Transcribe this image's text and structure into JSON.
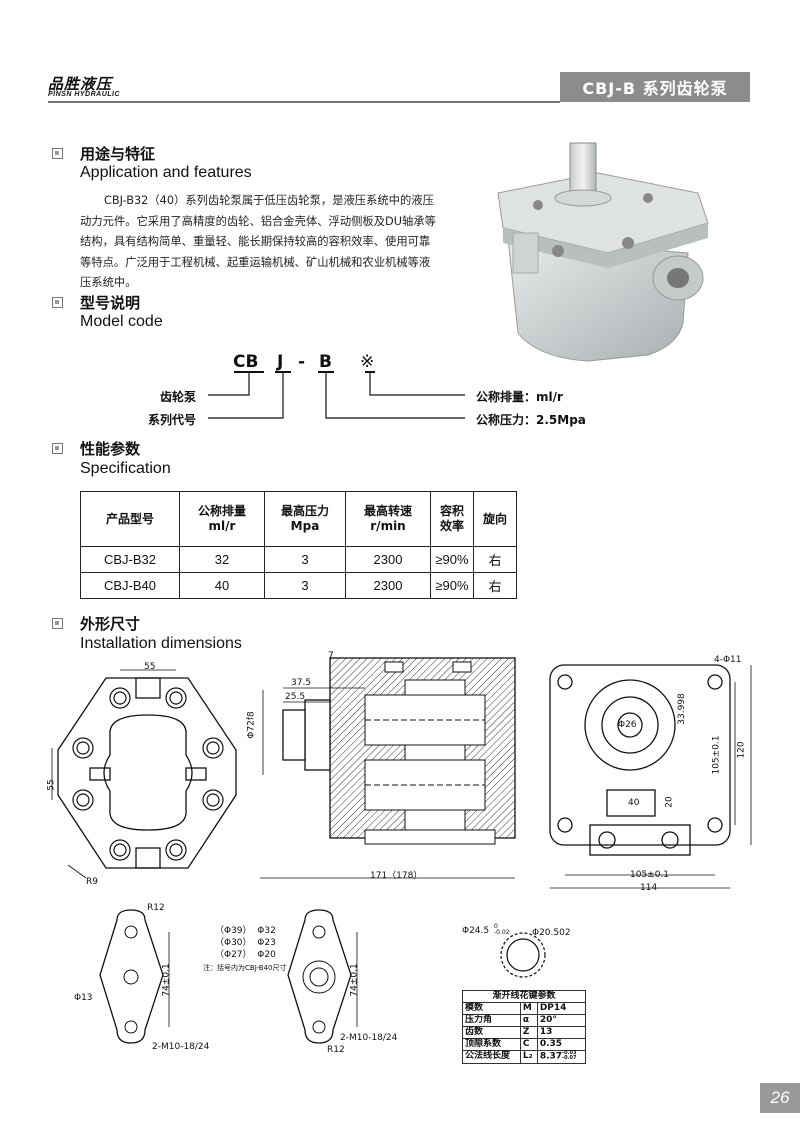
{
  "header": {
    "brand": "品胜液压",
    "brand_sub": "PINSN HYDRAULIC",
    "series_title": "CBJ-B 系列齿轮泵"
  },
  "sections": {
    "usage": {
      "zh": "用途与特征",
      "en": "Application and features"
    },
    "model": {
      "zh": "型号说明",
      "en": "Model code"
    },
    "spec": {
      "zh": "性能参数",
      "en": "Specification"
    },
    "install": {
      "zh": "外形尺寸",
      "en": "Installation dimensions"
    }
  },
  "description": "CBJ-B32（40）系列齿轮泵属于低压齿轮泵，是液压系统中的液压动力元件。它采用了高精度的齿轮、铝合金壳体、浮动侧板及DU轴承等结构，具有结构简单、重量轻、能长期保持较高的容积效率、使用可靠等特点。广泛用于工程机械、起重运输机械、矿山机械和农业机械等液压系统中。",
  "model_code": {
    "parts": [
      "CB",
      "J",
      "-",
      "B",
      "※"
    ],
    "left_labels": [
      "齿轮泵",
      "系列代号"
    ],
    "right_labels": [
      "公称排量：ml/r",
      "公称压力：2.5Mpa"
    ]
  },
  "spec_table": {
    "headers": [
      "产品型号",
      "公称排量\nml/r",
      "最高压力\nMpa",
      "最高转速\nr/min",
      "容积\n效率",
      "旋向"
    ],
    "rows": [
      [
        "CBJ-B32",
        "32",
        "3",
        "2300",
        "≥90%",
        "右"
      ],
      [
        "CBJ-B40",
        "40",
        "3",
        "2300",
        "≥90%",
        "右"
      ]
    ]
  },
  "dimensions": {
    "front": {
      "w": "55",
      "h": "55",
      "r": "R9"
    },
    "side": {
      "d1": "7",
      "d2": "37.5",
      "d3": "25.5",
      "shaft": "Φ72f8",
      "len": "171（178）"
    },
    "rear": {
      "holes": "4-Φ11",
      "center": "Φ26",
      "off": "33.998",
      "h1": "105±0.1",
      "h2": "120",
      "w1": "40",
      "w2": "20",
      "b1": "105±0.1",
      "b2": "114"
    },
    "flange1": {
      "r": "R12",
      "hole": "Φ13",
      "pitch": "74±0.1",
      "thread": "2-M10-18/24"
    },
    "flange2": {
      "d1": "（Φ39）  Φ32",
      "d2": "（Φ30）  Φ23",
      "d3": "（Φ27）  Φ20",
      "note": "注：括号内为CBJ-B40尺寸",
      "pitch": "74±0.1",
      "thread": "2-M10-18/24",
      "r": "R12"
    },
    "spline": {
      "od": "Φ24.5",
      "od_tol": "0\n-0.02",
      "id": "Φ20.502"
    }
  },
  "spline_table": {
    "title": "渐开线花键参数",
    "rows": [
      [
        "模数",
        "M",
        "DP14"
      ],
      [
        "压力角",
        "α",
        "20°"
      ],
      [
        "齿数",
        "Z",
        "13"
      ],
      [
        "顶隙系数",
        "C",
        "0.35"
      ],
      [
        "公法线长度",
        "L₂",
        "8.37"
      ]
    ],
    "tol": "-0.03\n-0.07"
  },
  "page_number": "26"
}
